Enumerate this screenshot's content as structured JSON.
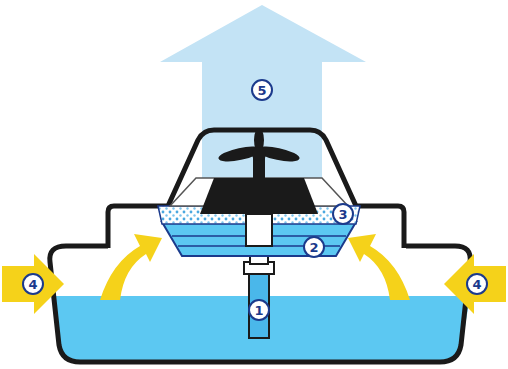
{
  "diagram": {
    "labels": [
      "5",
      "3",
      "2",
      "4",
      "1",
      "4"
    ]
  }
}
